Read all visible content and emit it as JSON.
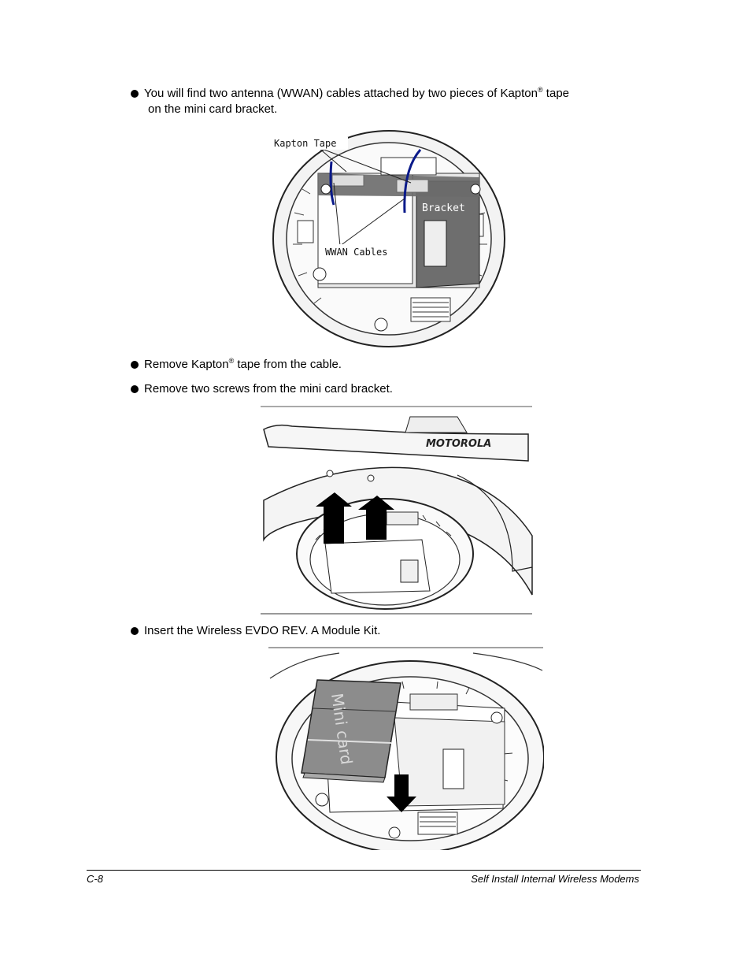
{
  "bullets": {
    "b1_pre": "You will find two antenna (WWAN) cables attached by two pieces of Kapton",
    "b1_sup": "®",
    "b1_post": " tape",
    "b1_line2": "on the mini card bracket.",
    "b2_pre": "Remove Kapton",
    "b2_sup": "®",
    "b2_post": " tape from the cable.",
    "b3": "Remove two screws from the mini card bracket.",
    "b4": "Insert the Wireless EVDO REV. A Module Kit."
  },
  "figure1": {
    "label_kapton": "Kapton Tape",
    "label_bracket": "Bracket",
    "label_wwan": "WWAN Cables"
  },
  "figure2": {
    "brand": "MOTOROLA"
  },
  "figure3": {
    "label_mini_card": "Mini card"
  },
  "footer": {
    "page": "C-8",
    "title": "Self Install Internal Wireless Modems"
  }
}
